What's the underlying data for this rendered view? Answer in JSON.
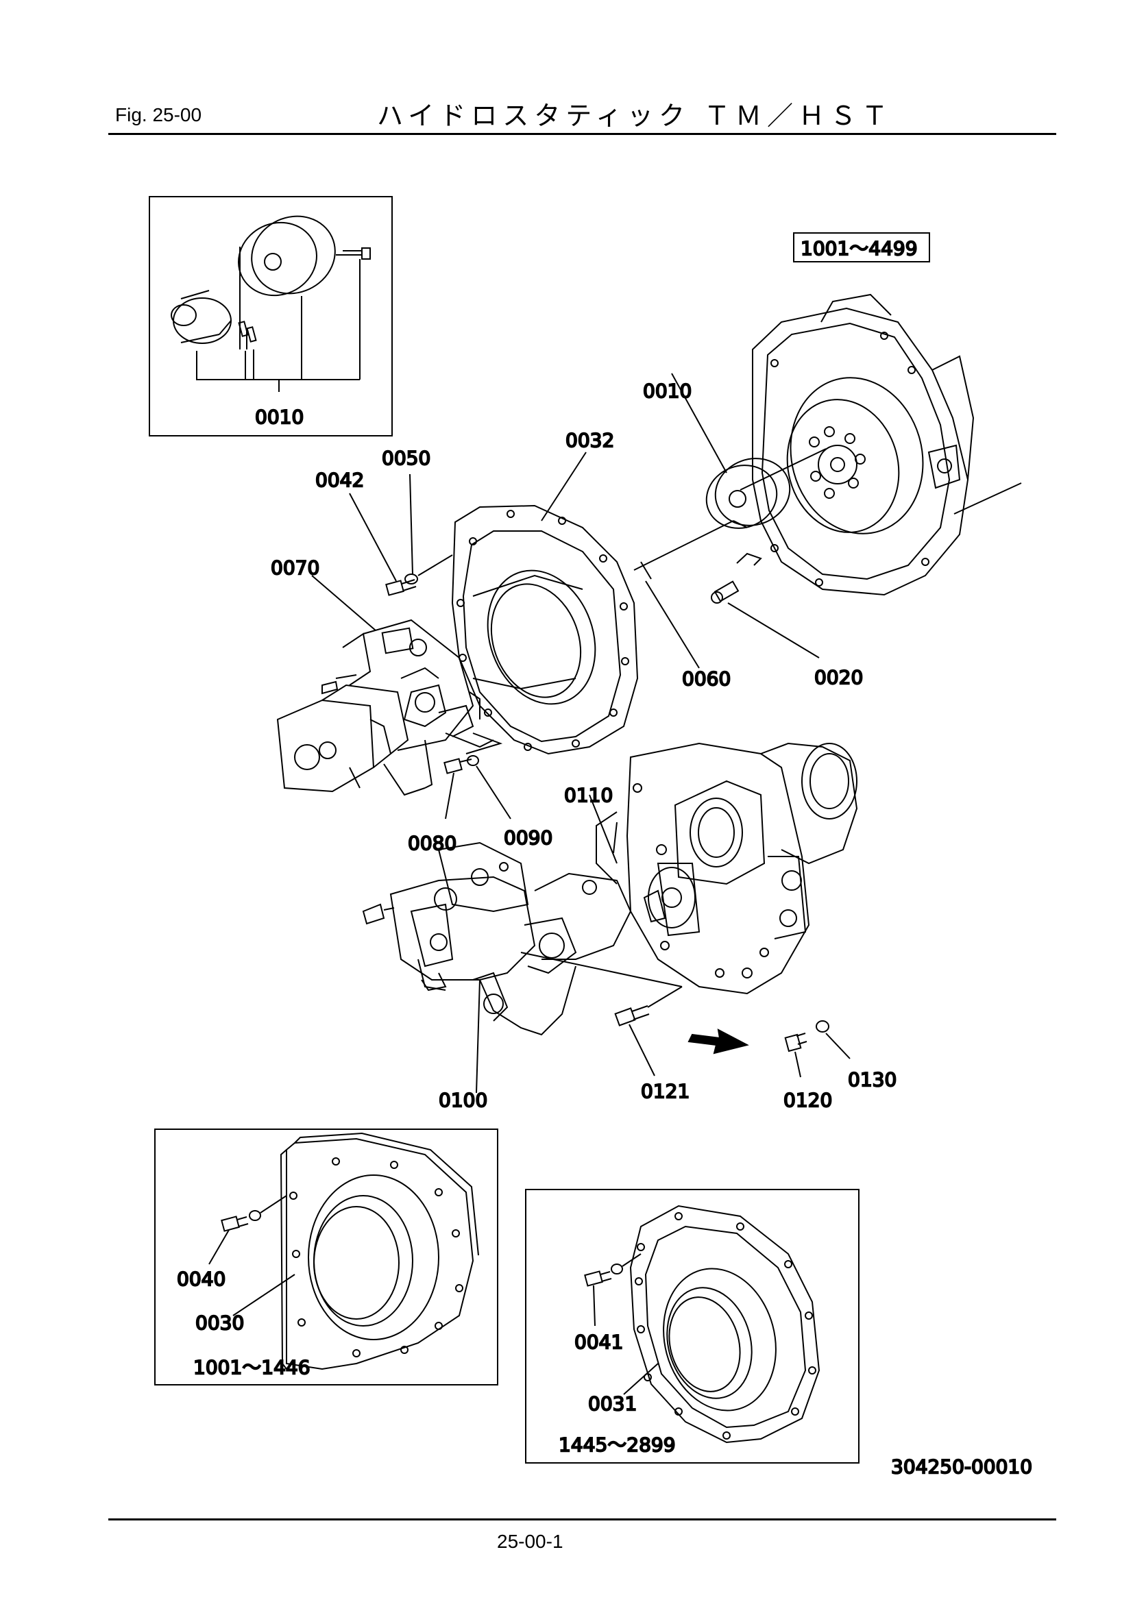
{
  "header": {
    "figure": "Fig.  25-00",
    "title": "ハイドロスタティック ＴＭ／ＨＳＴ"
  },
  "range_main": "1001～4499",
  "inset_left_range": "1001～1446",
  "inset_right_range": "1445～2899",
  "drawing_number": "304250-00010",
  "page_number": "25-00-1",
  "part_labels": {
    "p0010_inset": "0010",
    "p0010": "0010",
    "p0020": "0020",
    "p0030": "0030",
    "p0031": "0031",
    "p0032": "0032",
    "p0040": "0040",
    "p0041": "0041",
    "p0042": "0042",
    "p0050": "0050",
    "p0060": "0060",
    "p0070": "0070",
    "p0080": "0080",
    "p0090": "0090",
    "p0100": "0100",
    "p0110": "0110",
    "p0120": "0120",
    "p0121": "0121",
    "p0130": "0130"
  }
}
